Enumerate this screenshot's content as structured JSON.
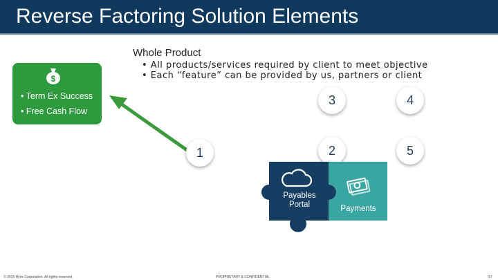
{
  "header": {
    "title": "Reverse Factoring Solution Elements"
  },
  "whole_product": {
    "heading": "Whole Product",
    "bullets": [
      "• All products/services required by client to meet objective",
      "• Each “feature” can be provided by us, partners or client"
    ]
  },
  "objective": {
    "items": [
      "• Term Ex Success",
      "• Free Cash Flow"
    ]
  },
  "numbers": [
    "1",
    "2",
    "3",
    "4",
    "5"
  ],
  "puzzle": {
    "left_label_1": "Payables",
    "left_label_2": "Portal",
    "right_label": "Payments"
  },
  "footer": {
    "copyright": "© 2015 Hyve Corporation. All rights reserved.",
    "confidential": "PROPRIETARY & CONFIDENTIAL",
    "page": "17"
  },
  "colors": {
    "navy": "#0f3a5e",
    "green": "#2e9a3e",
    "teal": "#3aa6a1",
    "puzzle_navy": "#163e63"
  }
}
